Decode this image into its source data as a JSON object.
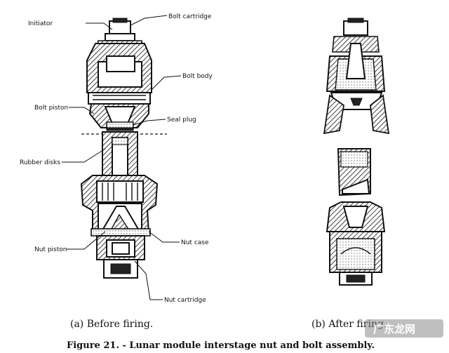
{
  "labels": {
    "initiator": "Initiator",
    "bolt_cartridge": "Bolt cartridge",
    "bolt_body": "Bolt body",
    "bolt_piston": "Bolt piston",
    "seal_plug": "Seal plug",
    "rubber_disks": "Rubber disks",
    "nut_piston": "Nut piston",
    "nut_case": "Nut case",
    "nut_cartridge": "Nut cartridge"
  },
  "subtitles": {
    "before": "(a)  Before firing.",
    "after": "(b)  After firing."
  },
  "caption": "Figure 21. - Lunar module interstage nut and bolt assembly.",
  "watermark": "广东龙网"
}
